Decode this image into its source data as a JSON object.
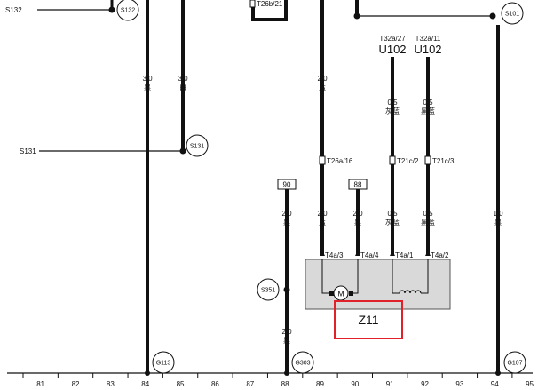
{
  "diagram": {
    "component_label": "Z11",
    "left_labels": {
      "s132": "S132",
      "s131": "S131"
    },
    "circles": {
      "s132": "S132",
      "s131": "S131",
      "s101": "S101",
      "s351": "S351",
      "g113": "G113",
      "g303": "G303",
      "g107": "G107",
      "motor": "M"
    },
    "connectors": {
      "t26b_21": "T26b/21",
      "t26a_16": "T26a/16",
      "t21c_2": "T21c/2",
      "t21c_3": "T21c/3",
      "t4a_3": "T4a/3",
      "t4a_4": "T4a/4",
      "t4a_1": "T4a/1",
      "t4a_2": "T4a/2"
    },
    "module_refs": {
      "t32a_27": "T32a/27",
      "t32a_11": "T32a/11",
      "u102_a": "U102",
      "u102_b": "U102"
    },
    "boxes": {
      "b90": "90",
      "b88": "88"
    },
    "wires": {
      "w84_size": "3.0",
      "w84_color": "黑",
      "w85_size": "3.0",
      "w85_color": "白",
      "w89a_size": "2.0",
      "w89a_color": "蓝",
      "w89b_size": "2.0",
      "w89b_color": "蓝",
      "w90_size": "2.0",
      "w90_color": "黑",
      "w91a_size": "0.5",
      "w91a_color": "灰蓝",
      "w91b_size": "0.5",
      "w91b_color": "灰蓝",
      "w92a_size": "0.5",
      "w92a_color": "黑蓝",
      "w92b_size": "0.5",
      "w92b_color": "黑蓝",
      "w88a_size": "2.0",
      "w88a_color": "黑",
      "w88b_size": "2.0",
      "w88b_color": "黑",
      "w94_size": "1.0",
      "w94_color": "黑"
    },
    "scale": [
      "81",
      "82",
      "83",
      "84",
      "85",
      "86",
      "87",
      "88",
      "89",
      "90",
      "91",
      "92",
      "93",
      "94",
      "95"
    ]
  }
}
